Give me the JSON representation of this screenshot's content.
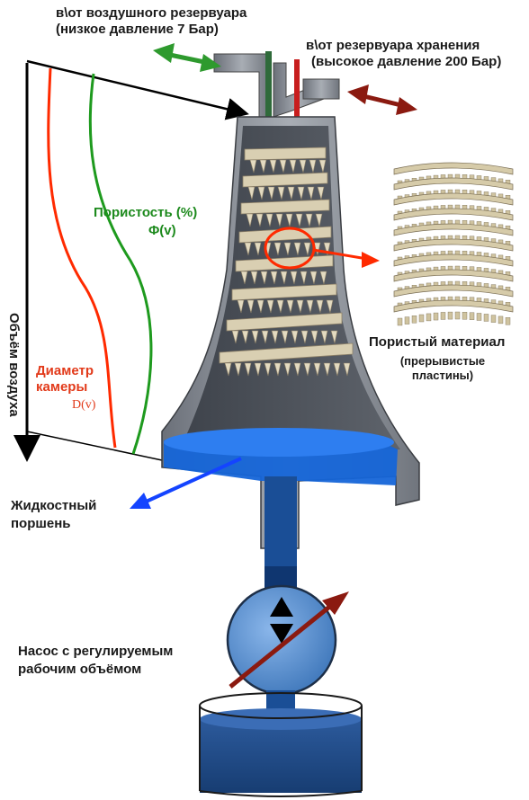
{
  "labels": {
    "low_res_line1": "в\\от воздушного резервуара",
    "low_res_line2": "(низкое давление 7 Бар)",
    "high_res_line1": "в\\от резервуара хранения",
    "high_res_line2": "(высокое давление 200 Бар)",
    "porosity_title": "Пористость (%)",
    "porosity_symbol": "Φ(v)",
    "diameter_line1": "Диаметр",
    "diameter_line2": "камеры",
    "diameter_symbol": "D(v)",
    "air_volume": "Объём воздуха",
    "porous_line1": "Пористый материал",
    "porous_line2": "(прерывистые",
    "porous_line3": "пластины)",
    "liquid_line1": "Жидкостный",
    "liquid_line2": "поршень",
    "pump_line1": "Насос с регулируемым",
    "pump_line2": "рабочим объёмом"
  },
  "colors": {
    "green_arrow": "#2e9a2e",
    "red_arrow": "#8b1a10",
    "porosity_curve": "#1e9a1e",
    "diameter_curve": "#ff2a00",
    "water": "#1565d8",
    "pump": "#5b93d6",
    "chamber_wall": "#8e949c",
    "plates": "#d9cfb2"
  }
}
